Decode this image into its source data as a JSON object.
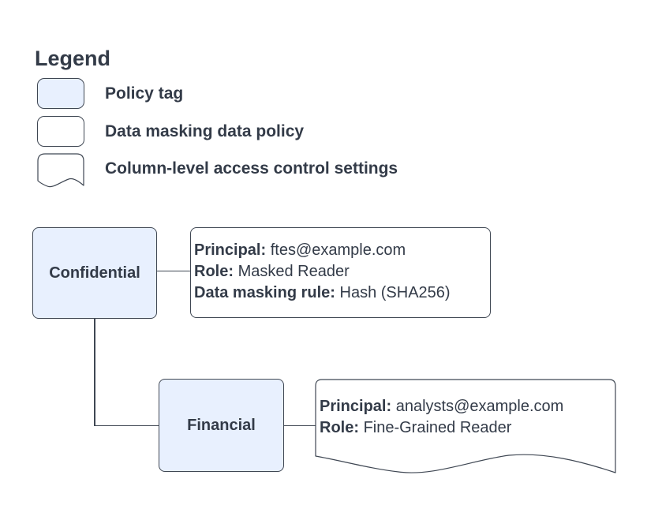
{
  "colors": {
    "canvas_bg": "#ffffff",
    "policy_tag_fill": "#e8f0fe",
    "shape_fill": "#ffffff",
    "shape_stroke": "#3f4753",
    "text_color": "#333b48"
  },
  "legend": {
    "title": "Legend",
    "items": [
      {
        "shape": "policy-tag",
        "label": "Policy tag"
      },
      {
        "shape": "data-masking-data-policy",
        "label": "Data masking data policy"
      },
      {
        "shape": "column-level-access-control-settings",
        "label": "Column-level access control settings"
      }
    ]
  },
  "diagram": {
    "confidential_tag": {
      "label": "Confidential"
    },
    "confidential_policy": {
      "line1": {
        "label": "Principal:",
        "value": "ftes@example.com"
      },
      "line2": {
        "label": "Role:",
        "value": "Masked Reader"
      },
      "line3": {
        "label": "Data masking rule:",
        "value": "Hash (SHA256)"
      }
    },
    "financial_tag": {
      "label": "Financial"
    },
    "financial_settings": {
      "line1": {
        "label": "Principal:",
        "value": "analysts@example.com"
      },
      "line2": {
        "label": "Role:",
        "value": "Fine-Grained Reader"
      }
    }
  }
}
